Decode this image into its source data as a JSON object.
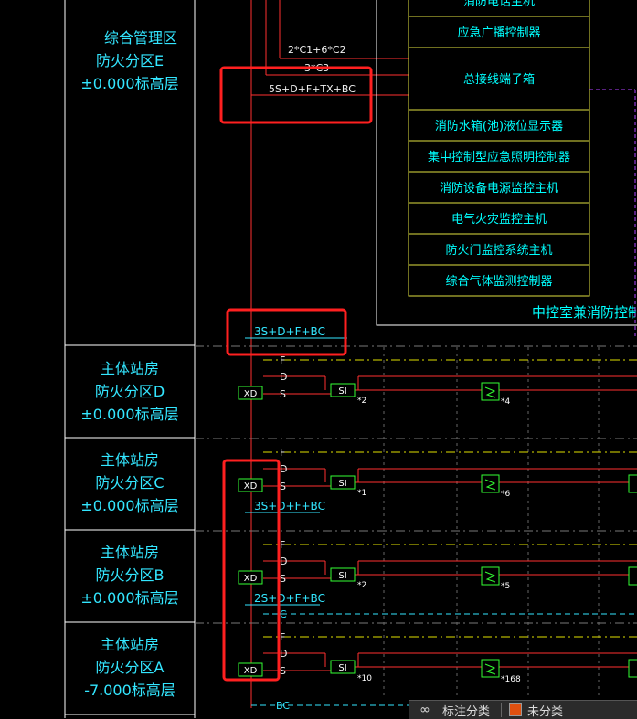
{
  "zones": [
    {
      "lines": [
        "综合管理区",
        "防火分区E",
        "±0.000标高层"
      ]
    },
    {
      "lines": [
        "主体站房",
        "防火分区D",
        "±0.000标高层"
      ]
    },
    {
      "lines": [
        "主体站房",
        "防火分区C",
        "±0.000标高层"
      ]
    },
    {
      "lines": [
        "主体站房",
        "防火分区B",
        "±0.000标高层"
      ]
    },
    {
      "lines": [
        "主体站房",
        "防火分区A",
        "-7.000标高层"
      ]
    }
  ],
  "control_room": {
    "title": "中控室兼消防控制室",
    "panels": [
      "消防电话主机",
      "应急广播控制器",
      "总接线端子箱",
      "消防水箱(池)液位显示器",
      "集中控制型应急照明控制器",
      "消防设备电源监控主机",
      "电气火灾监控主机",
      "防火门监控系统主机",
      "综合气体监测控制器"
    ]
  },
  "top_wires": {
    "w1": "2*C1+6*C2",
    "w2": "3*C3",
    "w3": "5S+D+F+TX+BC"
  },
  "riser_labels": {
    "d": "3S+D+F+BC",
    "c": "3S+D+F+BC",
    "b": "2S+D+F+BC"
  },
  "bus": {
    "f": "F",
    "d": "D",
    "s": "S",
    "bc": "BC",
    "c": "C"
  },
  "devices": {
    "xd": "XD",
    "si": "SI"
  },
  "counts": {
    "d_si": "*2",
    "d_sw": "*4",
    "c_si": "*1",
    "c_sw": "*6",
    "b_si": "*2",
    "b_sw": "*5",
    "a_si": "*10",
    "a_sw": "*168"
  },
  "status_bar": {
    "annot": "标注分类",
    "uncat": "未分类"
  },
  "colors": {
    "wire": "#ff3030",
    "frame": "#ffffff",
    "panel_border": "#e0e040",
    "cyan": "#33e6ff",
    "dash": "#e0e000",
    "highlight": "#ff2020",
    "swatch": "#e05010",
    "purple": "#b040ff"
  }
}
